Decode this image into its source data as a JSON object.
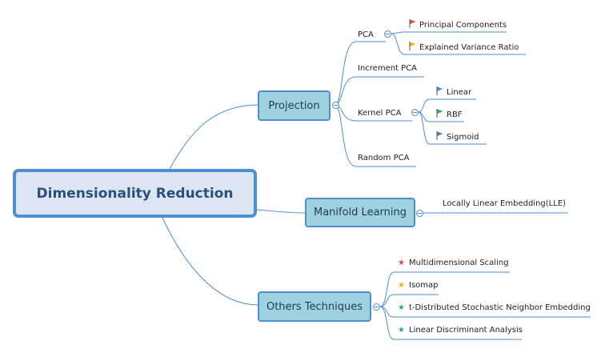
{
  "root": {
    "label": "Dimensionality Reduction"
  },
  "projection": {
    "label": "Projection",
    "pca": {
      "label": "PCA",
      "children": [
        {
          "label": "Principal Components",
          "marker": "flag",
          "color": "#e0463c"
        },
        {
          "label": "Explained Variance Ratio",
          "marker": "flag",
          "color": "#f4b400"
        }
      ]
    },
    "increment_pca": {
      "label": "Increment PCA"
    },
    "kernel_pca": {
      "label": "Kernel PCA",
      "children": [
        {
          "label": "Linear",
          "marker": "flag",
          "color": "#4f8fe0"
        },
        {
          "label": "RBF",
          "marker": "flag",
          "color": "#23b14d"
        },
        {
          "label": "Sigmoid",
          "marker": "flag",
          "color": "#6b7a8f"
        }
      ]
    },
    "random_pca": {
      "label": "Random PCA"
    }
  },
  "manifold": {
    "label": "Manifold Learning",
    "children": [
      {
        "label": "Locally Linear Embedding(LLE)"
      }
    ]
  },
  "others": {
    "label": "Others Techniques",
    "children": [
      {
        "label": "Multidimensional Scaling",
        "marker": "star",
        "color": "#e8434b"
      },
      {
        "label": "Isomap",
        "marker": "star",
        "color": "#f4b400"
      },
      {
        "label": "t-Distributed Stochastic Neighbor Embedding",
        "marker": "star",
        "color": "#20b573"
      },
      {
        "label": "Linear Discriminant Analysis",
        "marker": "star",
        "color": "#2aa3a8"
      }
    ]
  },
  "colors": {
    "line": "#4d8fd1",
    "topic_fill": "#9fd2e0",
    "root_fill": "#dce6f3"
  }
}
